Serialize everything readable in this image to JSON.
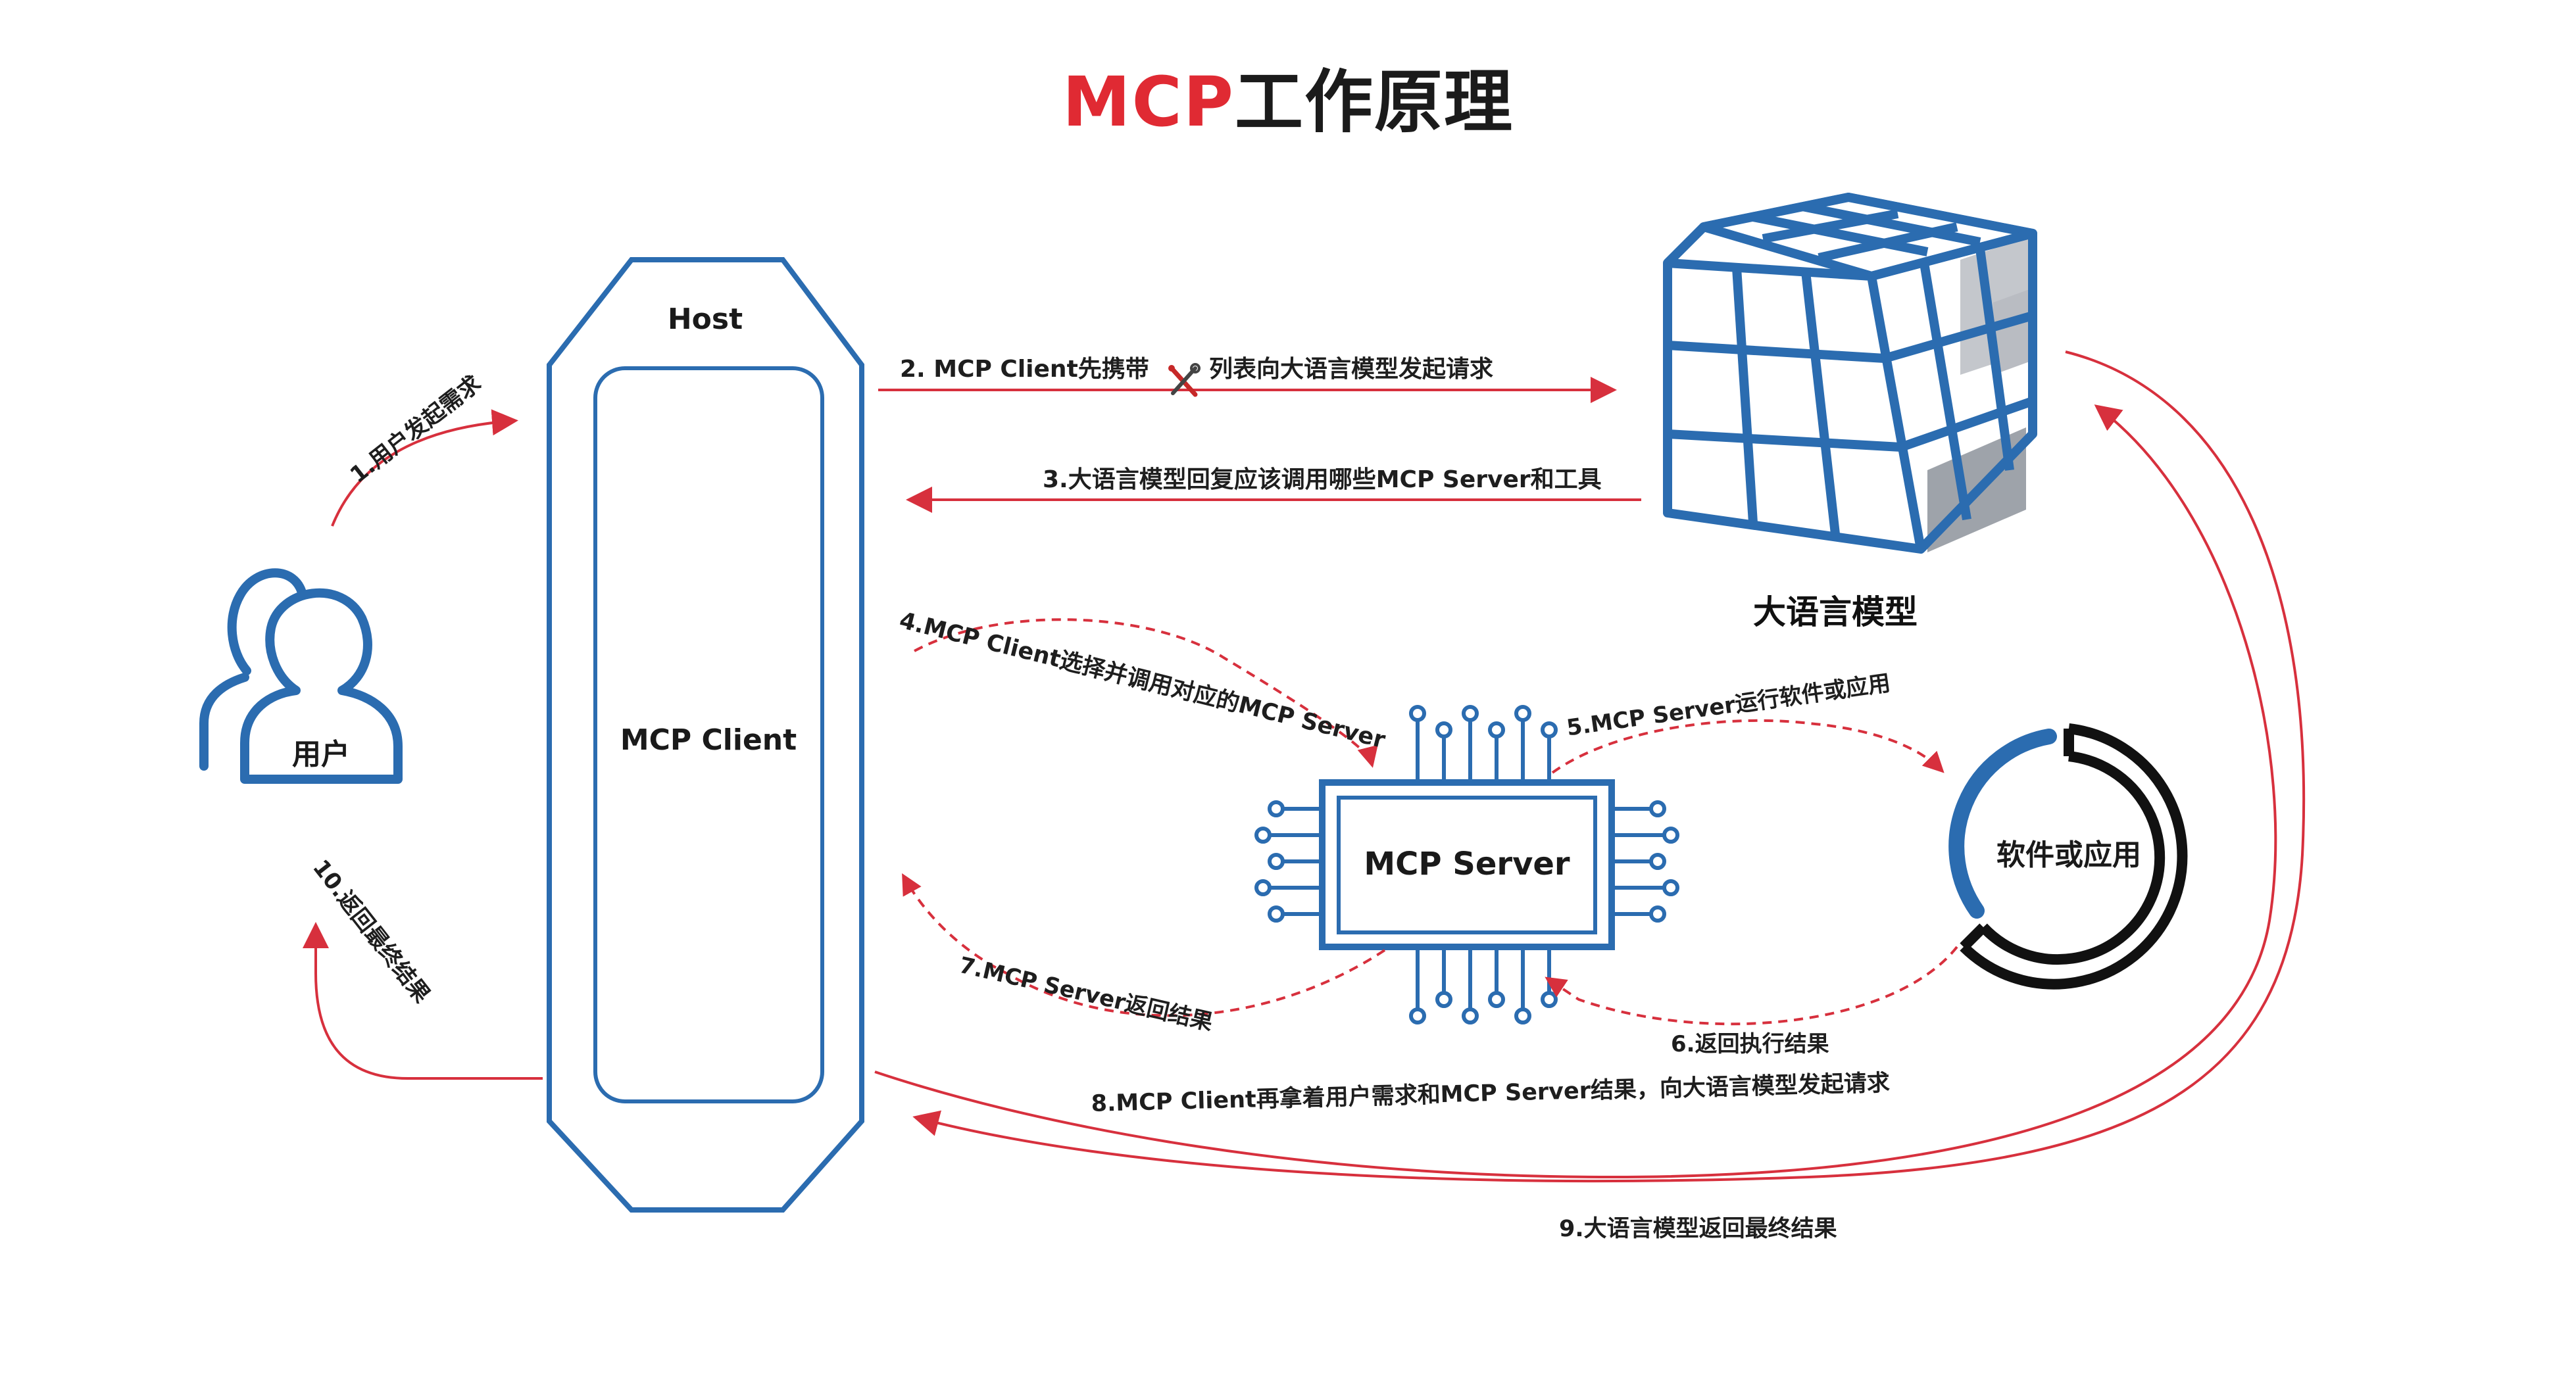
{
  "title": {
    "prefix": "MCP",
    "suffix": "工作原理"
  },
  "colors": {
    "blue": "#2b6cb0",
    "red": "#d7303d",
    "black": "#111111"
  },
  "nodes": {
    "host": "Host",
    "mcp_client": "MCP Client",
    "user": "用户",
    "llm": "大语言模型",
    "mcp_server": "MCP Server",
    "software": "软件或应用"
  },
  "icons": {
    "tools": "wrench-screwdriver-icon",
    "user": "person-icon",
    "llm": "cube-icon",
    "server": "chip-icon"
  },
  "steps": {
    "s1": "1.用户发起需求",
    "s2a": "2. MCP Client先携带",
    "s2b": "列表向大语言模型发起请求",
    "s3": "3.大语言模型回复应该调用哪些MCP Server和工具",
    "s4": "4.MCP Client选择并调用对应的MCP Server",
    "s5": "5.MCP Server运行软件或应用",
    "s6": "6.返回执行结果",
    "s7": "7.MCP Server返回结果",
    "s8": "8.MCP Client再拿着用户需求和MCP Server结果，向大语言模型发起请求",
    "s9": "9.大语言模型返回最终结果",
    "s10": "10.返回最终结果"
  }
}
